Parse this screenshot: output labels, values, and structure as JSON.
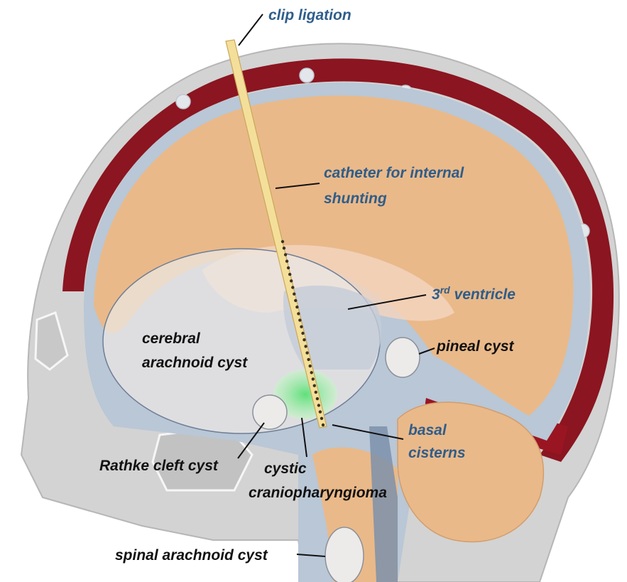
{
  "labels": {
    "clip_ligation": "clip ligation",
    "catheter_line1": "catheter for internal",
    "catheter_line2": "shunting",
    "third_ventricle_sup": "rd",
    "third_ventricle_num": "3",
    "third_ventricle_rest": " ventricle",
    "cerebral_line1": "cerebral",
    "cerebral_line2": "arachnoid cyst",
    "pineal_cyst": "pineal cyst",
    "basal_line1": "basal",
    "basal_line2": "cisterns",
    "rathke": "Rathke cleft cyst",
    "cystic_line1": "cystic",
    "cystic_line2": "craniopharyngioma",
    "spinal": "spinal arachnoid cyst"
  },
  "colors": {
    "skull": "#d3d3d3",
    "sinus": "#8b1520",
    "csf": "#b9c7d6",
    "brain": "#eab989",
    "cyst": "#e9e6e2",
    "catheter": "#f4df9a",
    "tumor": "#7fe38a",
    "label_blue": "#2f5d8a",
    "label_dark": "#111111"
  }
}
